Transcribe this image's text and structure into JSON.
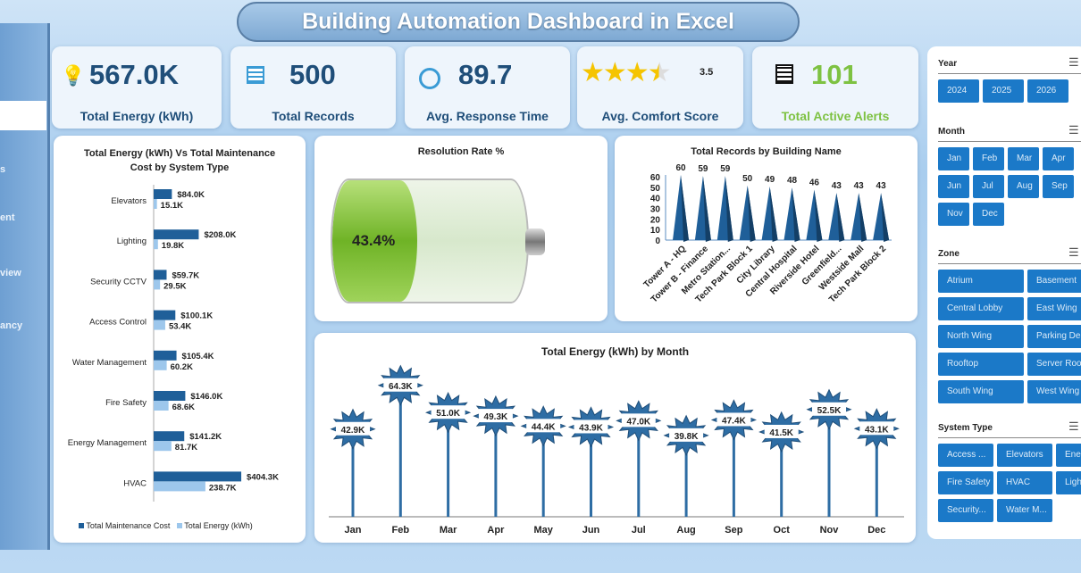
{
  "title": "Building Automation Dashboard in Excel",
  "sidebar": {
    "items": [
      "s",
      "ent",
      "view",
      "ancy"
    ]
  },
  "kpis": [
    {
      "value": "567.0K",
      "label": "Total Energy (kWh)",
      "icon": "energy-bulb-icon"
    },
    {
      "value": "500",
      "label": "Total Records",
      "icon": "records-grid-icon"
    },
    {
      "value": "89.7",
      "label": "Avg. Response Time",
      "icon": "clock-icon"
    },
    {
      "value": "3.5",
      "label": "Avg. Comfort Score",
      "icon": "star-rating-icon",
      "stars": 3.5
    },
    {
      "value": "101",
      "label": "Total Active Alerts",
      "icon": "abacus-icon"
    }
  ],
  "colors": {
    "accent": "#1f4e79",
    "dark_bar": "#1f5f99",
    "light_bar": "#9dc7ec",
    "alert_green": "#7ec242",
    "slicer": "#1b79c8"
  },
  "chart_data": [
    {
      "type": "bar",
      "title": "Total Energy (kWh) Vs Total Maintenance Cost by System Type",
      "categories": [
        "Elevators",
        "Lighting",
        "Security CCTV",
        "Access Control",
        "Water Management",
        "Fire Safety",
        "Energy Management",
        "HVAC"
      ],
      "series": [
        {
          "name": "Total Maintenance Cost",
          "values": [
            84.0,
            208.0,
            59.7,
            100.1,
            105.4,
            146.0,
            141.2,
            404.3
          ],
          "labels": [
            "$84.0K",
            "$208.0K",
            "$59.7K",
            "$100.1K",
            "$105.4K",
            "$146.0K",
            "$141.2K",
            "$404.3K"
          ]
        },
        {
          "name": "Total Energy (kWh)",
          "values": [
            15.1,
            19.8,
            29.5,
            53.4,
            60.2,
            68.6,
            81.7,
            238.7
          ],
          "labels": [
            "15.1K",
            "19.8K",
            "29.5K",
            "53.4K",
            "60.2K",
            "68.6K",
            "81.7K",
            "238.7K"
          ]
        }
      ],
      "legend": "bottom"
    },
    {
      "type": "gauge",
      "title": "Resolution Rate %",
      "value": 43.4,
      "label": "43.4%"
    },
    {
      "type": "bar",
      "title": "Total Records by Building Name",
      "categories": [
        "Tower A - HQ",
        "Tower B - Finance",
        "Metro Station...",
        "Tech Park Block 1",
        "City Library",
        "Central Hospital",
        "Riverside Hotel",
        "Greenfield...",
        "Westside Mall",
        "Tech Park Block 2"
      ],
      "values": [
        60,
        59,
        59,
        50,
        49,
        48,
        46,
        43,
        43,
        43
      ],
      "yticks": [
        0,
        10,
        20,
        30,
        40,
        50,
        60
      ],
      "ylim": [
        0,
        60
      ]
    },
    {
      "type": "line",
      "title": "Total Energy (kWh) by Month",
      "categories": [
        "Jan",
        "Feb",
        "Mar",
        "Apr",
        "May",
        "Jun",
        "Jul",
        "Aug",
        "Sep",
        "Oct",
        "Nov",
        "Dec"
      ],
      "values": [
        42.9,
        64.3,
        51.0,
        49.3,
        44.4,
        43.9,
        47.0,
        39.8,
        47.4,
        41.5,
        52.5,
        43.1
      ],
      "labels": [
        "42.9K",
        "64.3K",
        "51.0K",
        "49.3K",
        "44.4K",
        "43.9K",
        "47.0K",
        "39.8K",
        "47.4K",
        "41.5K",
        "52.5K",
        "43.1K"
      ]
    }
  ],
  "slicers": [
    {
      "title": "Year",
      "items": [
        "2024",
        "2025",
        "2026"
      ]
    },
    {
      "title": "Month",
      "items": [
        "Jan",
        "Feb",
        "Mar",
        "Apr",
        "Jun",
        "Jul",
        "Aug",
        "Sep",
        "Nov",
        "Dec"
      ]
    },
    {
      "title": "Zone",
      "items": [
        "Atrium",
        "Basement",
        "Central Lobby",
        "East Wing",
        "North Wing",
        "Parking Deck",
        "Rooftop",
        "Server Room",
        "South Wing",
        "West Wing"
      ]
    },
    {
      "title": "System Type",
      "items": [
        "Access ...",
        "Elevators",
        "Energy...",
        "Fire Safety",
        "HVAC",
        "Lighting",
        "Security...",
        "Water M..."
      ]
    }
  ]
}
